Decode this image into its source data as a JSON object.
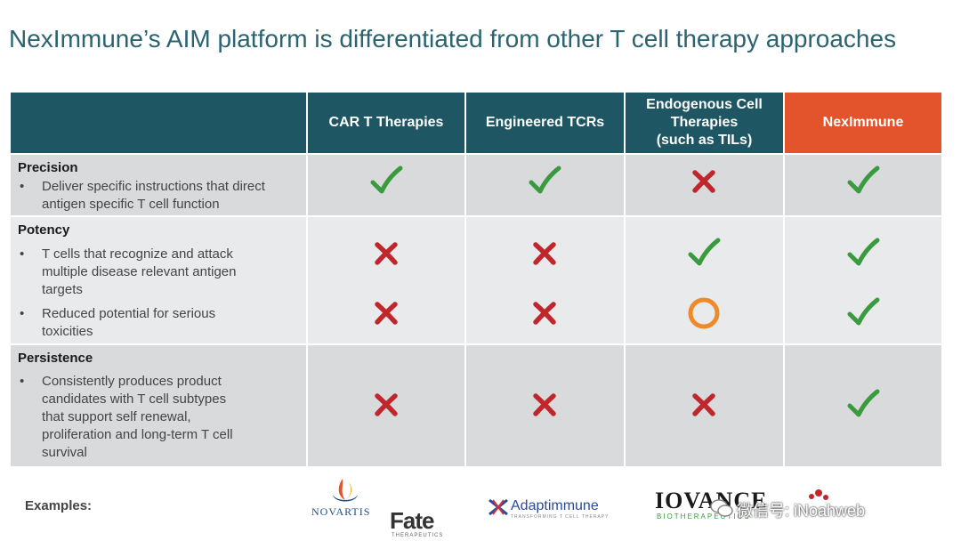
{
  "title": "NexImmune’s AIM platform is differentiated from other T cell therapy approaches",
  "columns": {
    "car_t": "CAR T Therapies",
    "tcr": "Engineered TCRs",
    "endo_line1": "Endogenous Cell",
    "endo_line2": "Therapies",
    "endo_line3": "(such as TILs)",
    "nex": "NexImmune"
  },
  "rows": {
    "precision": {
      "title": "Precision",
      "b1_l1": "Deliver specific instructions that direct",
      "b1_l2": "antigen specific T cell function"
    },
    "potency": {
      "title": "Potency",
      "b1_l1": "T cells that recognize and attack",
      "b1_l2": "multiple disease relevant antigen",
      "b1_l3": "targets",
      "b2_l1": "Reduced potential for serious",
      "b2_l2": "toxicities"
    },
    "persistence": {
      "title": "Persistence",
      "b1_l1": "Consistently produces product",
      "b1_l2": "candidates with T cell subtypes",
      "b1_l3": "that support self renewal,",
      "b1_l4": "proliferation and long-term T cell",
      "b1_l5": "survival"
    }
  },
  "bullet_char": "•",
  "marks": {
    "precision": [
      "check",
      "check",
      "cross",
      "check"
    ],
    "potency_1": [
      "cross",
      "cross",
      "check",
      "check"
    ],
    "potency_2": [
      "cross",
      "cross",
      "circle",
      "check"
    ],
    "persistence": [
      "cross",
      "cross",
      "cross",
      "check"
    ]
  },
  "colors": {
    "header": "#1e5664",
    "nex_header": "#e4542c",
    "check": "#3a9a3e",
    "cross": "#c0272d",
    "circle": "#ef8a2b",
    "title": "#2a6470"
  },
  "examples_label": "Examples:",
  "logos": {
    "novartis": "NOVARTIS",
    "fate": "Fate",
    "fate_sub": "THERAPEUTICS",
    "adaptimmune": "Adaptimmune",
    "adaptimmune_sub": "TRANSFORMING T CELL THERAPY",
    "iovance": "IOVANCE",
    "iovance_sub": "BIOTHERAPEUTICS",
    "watermark": "微信号: iNoahweb"
  }
}
